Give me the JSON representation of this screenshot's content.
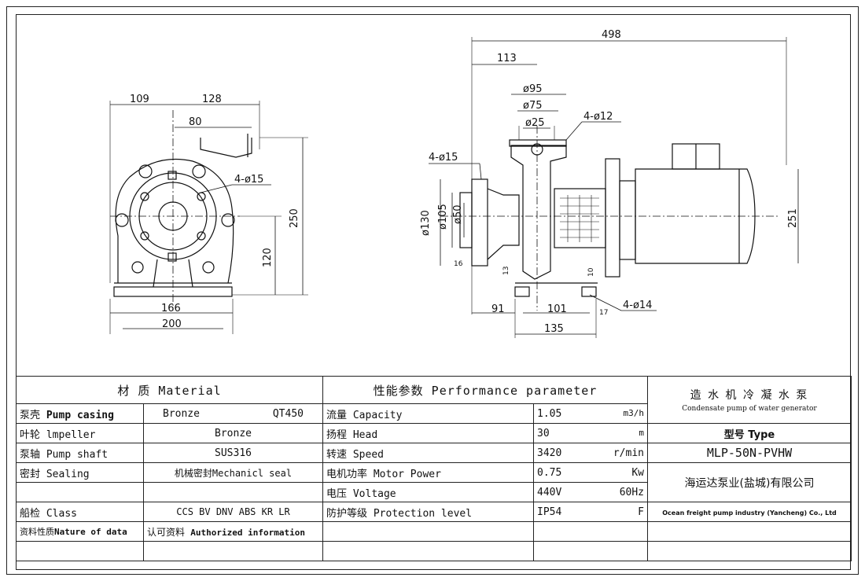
{
  "dimensions": {
    "front": [
      "109",
      "128",
      "80",
      "4-ø15",
      "250",
      "120",
      "166",
      "200"
    ],
    "side": [
      "498",
      "113",
      "ø95",
      "ø75",
      "ø25",
      "4-ø12",
      "4-ø15",
      "ø130",
      "ø105",
      "ø50",
      "16",
      "13",
      "10",
      "251",
      "91",
      "101",
      "135",
      "17",
      "4-ø14"
    ]
  },
  "materials": {
    "header": "材 质  Material",
    "rows": [
      {
        "label_cn": "泵壳",
        "label_en": "Pump casing",
        "value_a": "Bronze",
        "value_b": "QT450"
      },
      {
        "label_cn": "叶轮",
        "label_en": "lmpeller",
        "value_a": "Bronze",
        "value_b": ""
      },
      {
        "label_cn": "泵轴",
        "label_en": "Pump shaft",
        "value_a": "SUS316",
        "value_b": ""
      },
      {
        "label_cn": "密封",
        "label_en": "Sealing",
        "value_a": "机械密封Mechanicl seal",
        "value_b": ""
      },
      {
        "label_cn": "",
        "label_en": "",
        "value_a": "",
        "value_b": ""
      },
      {
        "label_cn": "船检",
        "label_en": "Class",
        "value_a": "CCS BV DNV ABS KR LR",
        "value_b": ""
      },
      {
        "label_cn": "资料性质",
        "label_en": "Nature of data",
        "value_a": "认可资料",
        "value_b": "Authorized information"
      }
    ]
  },
  "performance": {
    "header": "性能参数 Performance parameter",
    "rows": [
      {
        "label_cn": "流量",
        "label_en": "Capacity",
        "value": "1.05",
        "unit": "m3/h"
      },
      {
        "label_cn": "扬程",
        "label_en": "Head",
        "value": "30",
        "unit": "m"
      },
      {
        "label_cn": "转速",
        "label_en": "Speed",
        "value": "3420",
        "unit": "r/min"
      },
      {
        "label_cn": "电机功率",
        "label_en": "Motor Power",
        "value": "0.75",
        "unit": "Kw"
      },
      {
        "label_cn": "电压",
        "label_en": "Voltage",
        "value": "440V",
        "unit": "60Hz"
      },
      {
        "label_cn": "防护等级",
        "label_en": "Protection level",
        "value": "IP54",
        "unit": "F"
      }
    ]
  },
  "title_block": {
    "name_cn": "造 水 机 冷 凝 水 泵",
    "name_en": "Condensate pump of water generator",
    "type_label": "型号 Type",
    "type_value": "MLP-50N-PVHW",
    "company_cn": "海运达泵业(盐城)有限公司",
    "company_en": "Ocean freight pump industry (Yancheng) Co., Ltd"
  }
}
